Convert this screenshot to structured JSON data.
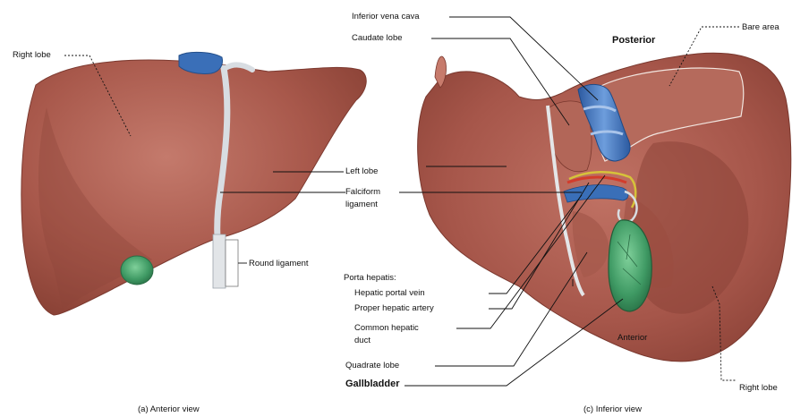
{
  "labels": {
    "right_lobe_a": "Right lobe",
    "left_lobe": "Left lobe",
    "falciform_ligament_1": "Falciform",
    "falciform_ligament_2": "ligament",
    "round_ligament": "Round ligament",
    "inferior_vena_cava": "Inferior vena cava",
    "caudate_lobe": "Caudate lobe",
    "posterior": "Posterior",
    "bare_area": "Bare area",
    "porta_hepatis": "Porta hepatis:",
    "hepatic_portal_vein": "Hepatic portal vein",
    "proper_hepatic_artery": "Proper hepatic artery",
    "common_hepatic_duct_1": "Common hepatic",
    "common_hepatic_duct_2": "duct",
    "quadrate_lobe": "Quadrate lobe",
    "gallbladder": "Gallbladder",
    "anterior": "Anterior",
    "right_lobe_b": "Right lobe"
  },
  "captions": {
    "anterior_view": "(a) Anterior view",
    "inferior_view": "(c) Inferior view"
  },
  "colors": {
    "liver": "#a8584b",
    "liver_light": "#c3786a",
    "liver_dark": "#8c4438",
    "ligament": "#d8dde2",
    "vena_cava": "#3a6fb8",
    "gallbladder": "#3f9a64",
    "artery": "#d23c2c",
    "duct": "#d6c23a"
  }
}
